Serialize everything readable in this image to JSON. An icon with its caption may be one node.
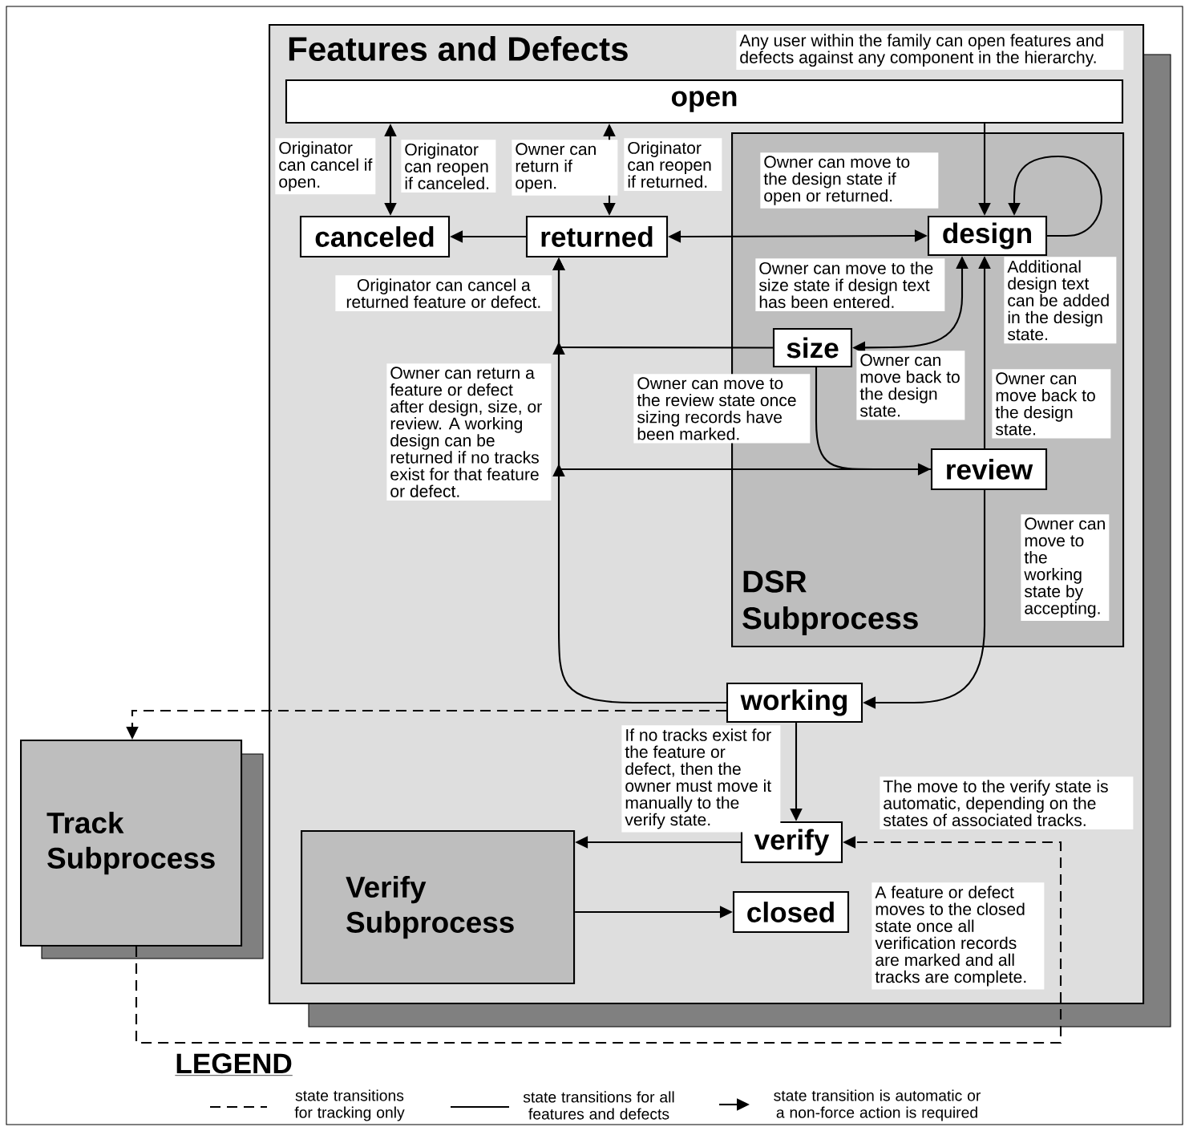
{
  "diagram": {
    "nodes": [
      {
        "text": [
          "Features and Defects"
        ]
      },
      {
        "text": [
          "open"
        ],
        "in": 0
      },
      {
        "text": [
          "DSR Subprocess"
        ],
        "in": 0
      },
      {
        "text": [
          "canceled"
        ],
        "in": 0
      },
      {
        "text": [
          "returned"
        ],
        "in": 0
      },
      {
        "text": [
          "design"
        ],
        "in": 2
      },
      {
        "text": [
          "size"
        ],
        "in": 2
      },
      {
        "text": [
          "review"
        ],
        "in": 2
      },
      {
        "text": [
          "working"
        ],
        "in": 0
      },
      {
        "text": [
          "Track Subprocess"
        ]
      },
      {
        "text": [
          "verify"
        ],
        "in": 0
      },
      {
        "text": [
          "Verify Subprocess"
        ],
        "in": 0
      },
      {
        "text": [
          "closed"
        ],
        "in": 0
      }
    ],
    "edges": [
      {
        "from": 1,
        "to": 3,
        "arrow": "both"
      },
      {
        "from": 1,
        "to": 4,
        "arrow": "both"
      },
      {
        "from": 4,
        "to": 3,
        "arrow": "to"
      },
      {
        "from": 4,
        "to": 5,
        "arrow": "both"
      },
      {
        "from": 1,
        "to": 5,
        "arrow": "to"
      },
      {
        "from": 5,
        "to": 5,
        "arrow": "to"
      },
      {
        "from": 5,
        "to": 6,
        "arrow": "both"
      },
      {
        "from": 6,
        "to": 4,
        "arrow": "to"
      },
      {
        "from": 7,
        "to": 4,
        "arrow": "to"
      },
      {
        "from": 8,
        "to": 4,
        "arrow": "to"
      },
      {
        "from": 6,
        "to": 7,
        "arrow": "to"
      },
      {
        "from": 7,
        "to": 5,
        "arrow": "to"
      },
      {
        "from": 7,
        "to": 8,
        "arrow": "to"
      },
      {
        "from": 8,
        "to": 10,
        "arrow": "to"
      },
      {
        "from": 8,
        "to": 9,
        "arrow": "to",
        "style": "dashed"
      },
      {
        "from": 9,
        "to": 10,
        "arrow": "to",
        "style": "dashed"
      },
      {
        "from": 10,
        "to": 11,
        "arrow": "to"
      },
      {
        "from": 11,
        "to": 12,
        "arrow": "to"
      }
    ],
    "labels": [
      "Any user within the family can open features and defects against any component in the hierarchy.",
      "Originator can cancel if open.",
      "Originator can reopen if canceled.",
      "Owner can return if open.",
      "Originator can reopen if returned.",
      "Owner can move to the design state if open or returned.",
      "Originator can cancel a returned feature or defect.",
      "Owner can move to the size state if design text has been entered.",
      "Additional design text can be added in the design state.",
      "Owner can move back to the design state.",
      "Owner can return a feature or defect after design, size, or review. A working design can be returned if no tracks exist for that feature or defect.",
      "Owner can move to the review state once sizing records have been marked.",
      "Owner can move back to the design state.",
      "Owner can move to the working state by accepting.",
      "If no tracks exist for the feature or defect, then the owner must move it manually to the verify state.",
      "The move to the verify state is automatic, depending on the states of associated tracks.",
      "A feature or defect moves to the closed state once all verification records are marked and all tracks are complete.",
      "LEGEND"
    ],
    "legend": [
      {
        "text": "state transitions for tracking only"
      },
      {
        "text": "state transitions for all features and defects"
      },
      {
        "text": "state transition is automatic or a non-force action is required"
      }
    ]
  }
}
